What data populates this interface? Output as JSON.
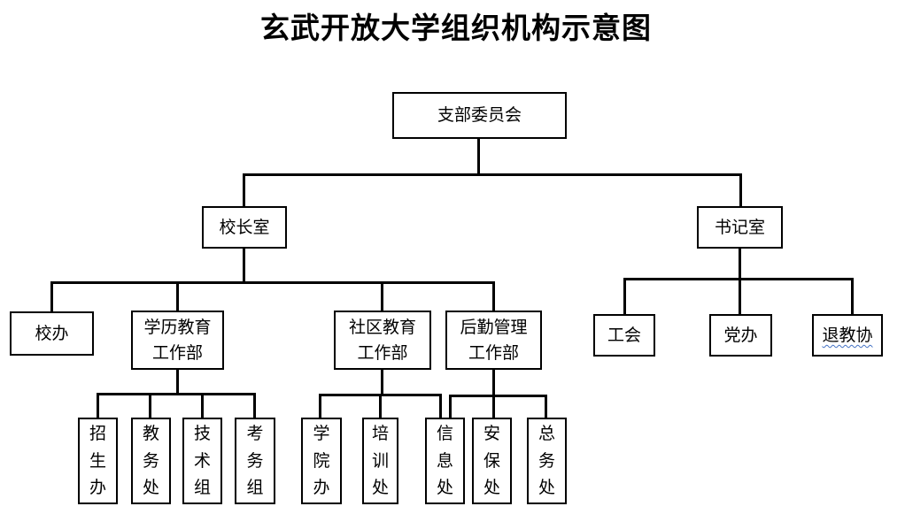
{
  "page_title": "玄武开放大学组织机构示意图",
  "colors": {
    "background": "#ffffff",
    "text": "#000000",
    "box_border": "#000000",
    "connector": "#000000",
    "wavy_underline": "#4472c4"
  },
  "nodes": {
    "zhibu": "支部委员会",
    "xiaozhangshi": "校长室",
    "shujishi": "书记室",
    "xiaoban": "校办",
    "xueli": "学历教育\n工作部",
    "shequ": "社区教育\n工作部",
    "houqin": "后勤管理\n工作部",
    "gonghui": "工会",
    "dangban": "党办",
    "tuijiaoxie": "退教协",
    "zhaoshengban": "招生办",
    "jiaowuchu": "教务处",
    "jishuzu": "技术组",
    "kaowuzu": "考务组",
    "xueyuanban": "学院办",
    "peixunchu": "培训处",
    "xinxichu": "信息处",
    "anbaochu": "安保处",
    "zongwuchu": "总务处"
  },
  "hierarchy": {
    "root": "支部委员会",
    "children_of_root": [
      "校长室",
      "书记室"
    ],
    "children_of_principal_office": [
      "校办",
      "学历教育工作部",
      "社区教育工作部",
      "后勤管理工作部"
    ],
    "children_of_secretary_office": [
      "工会",
      "党办",
      "退教协"
    ],
    "children_of_xueli": [
      "招生办",
      "教务处",
      "技术组",
      "考务组"
    ],
    "children_of_shequ": [
      "学院办",
      "培训处",
      "信息处"
    ],
    "children_of_houqin": [
      "信息处",
      "安保处",
      "总务处"
    ]
  }
}
